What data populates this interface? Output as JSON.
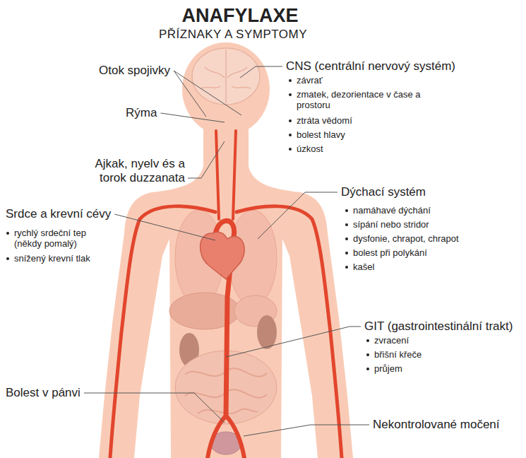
{
  "diagram": {
    "title": "ANAFYLAXE",
    "labels": [
      "PŘÍZNAKY A SYMPTOMY",
      "Otok spojivky",
      "CNS (centrální nervový systém)",
      "závrať",
      "zmatek, dezorientace v čase a prostoru",
      "ztráta vědomí",
      "bolest hlavy",
      "úzkost",
      "Rýma",
      "Ajkak, nyelv és a torok duzzanata",
      "Dýchací systém",
      "Srdce a krevní cévy",
      "namáhavé dýchání",
      "rychlý srdeční tep (někdy pomalý)",
      "sípání nebo stridor",
      "snížený krevní tlak",
      "dysfonie, chrapot, chrapot",
      "bolest při polykání",
      "kašel",
      "GIT (gastrointestinální trakt)",
      "zvracení",
      "břišní křeče",
      "průjem",
      "Bolest v pánvi",
      "Nekontrolované močení"
    ]
  }
}
